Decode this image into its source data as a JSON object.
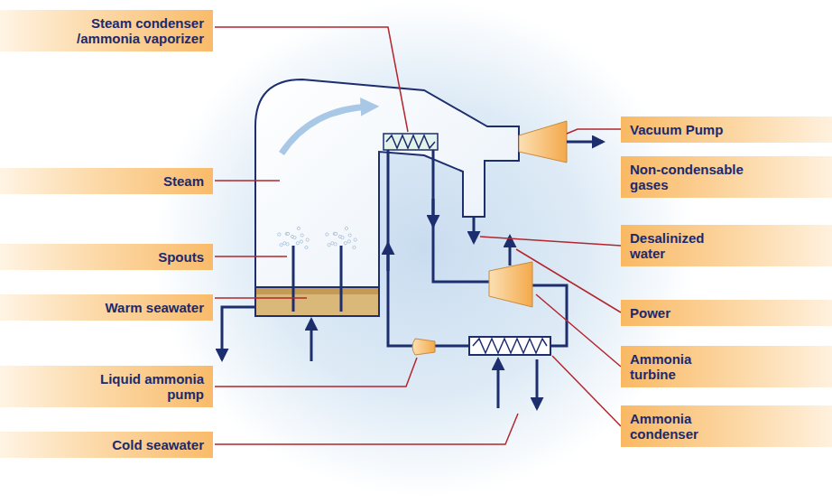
{
  "diagram": {
    "nodes": [
      {
        "text": [
          "Steam condenser /ammonia vaporizer"
        ]
      },
      {
        "text": [
          "Steam"
        ]
      },
      {
        "text": [
          "Spouts"
        ]
      },
      {
        "text": [
          "Warm seawater"
        ]
      },
      {
        "text": [
          "Liquid ammonia pump"
        ]
      },
      {
        "text": [
          "Cold seawater"
        ]
      },
      {
        "text": [
          "Vacuum Pump"
        ]
      },
      {
        "text": [
          "Non-condensable gases"
        ]
      },
      {
        "text": [
          "Desalinized water"
        ]
      },
      {
        "text": [
          "Power"
        ]
      },
      {
        "text": [
          "Ammonia turbine"
        ]
      },
      {
        "text": [
          "Ammonia condenser"
        ]
      }
    ]
  }
}
